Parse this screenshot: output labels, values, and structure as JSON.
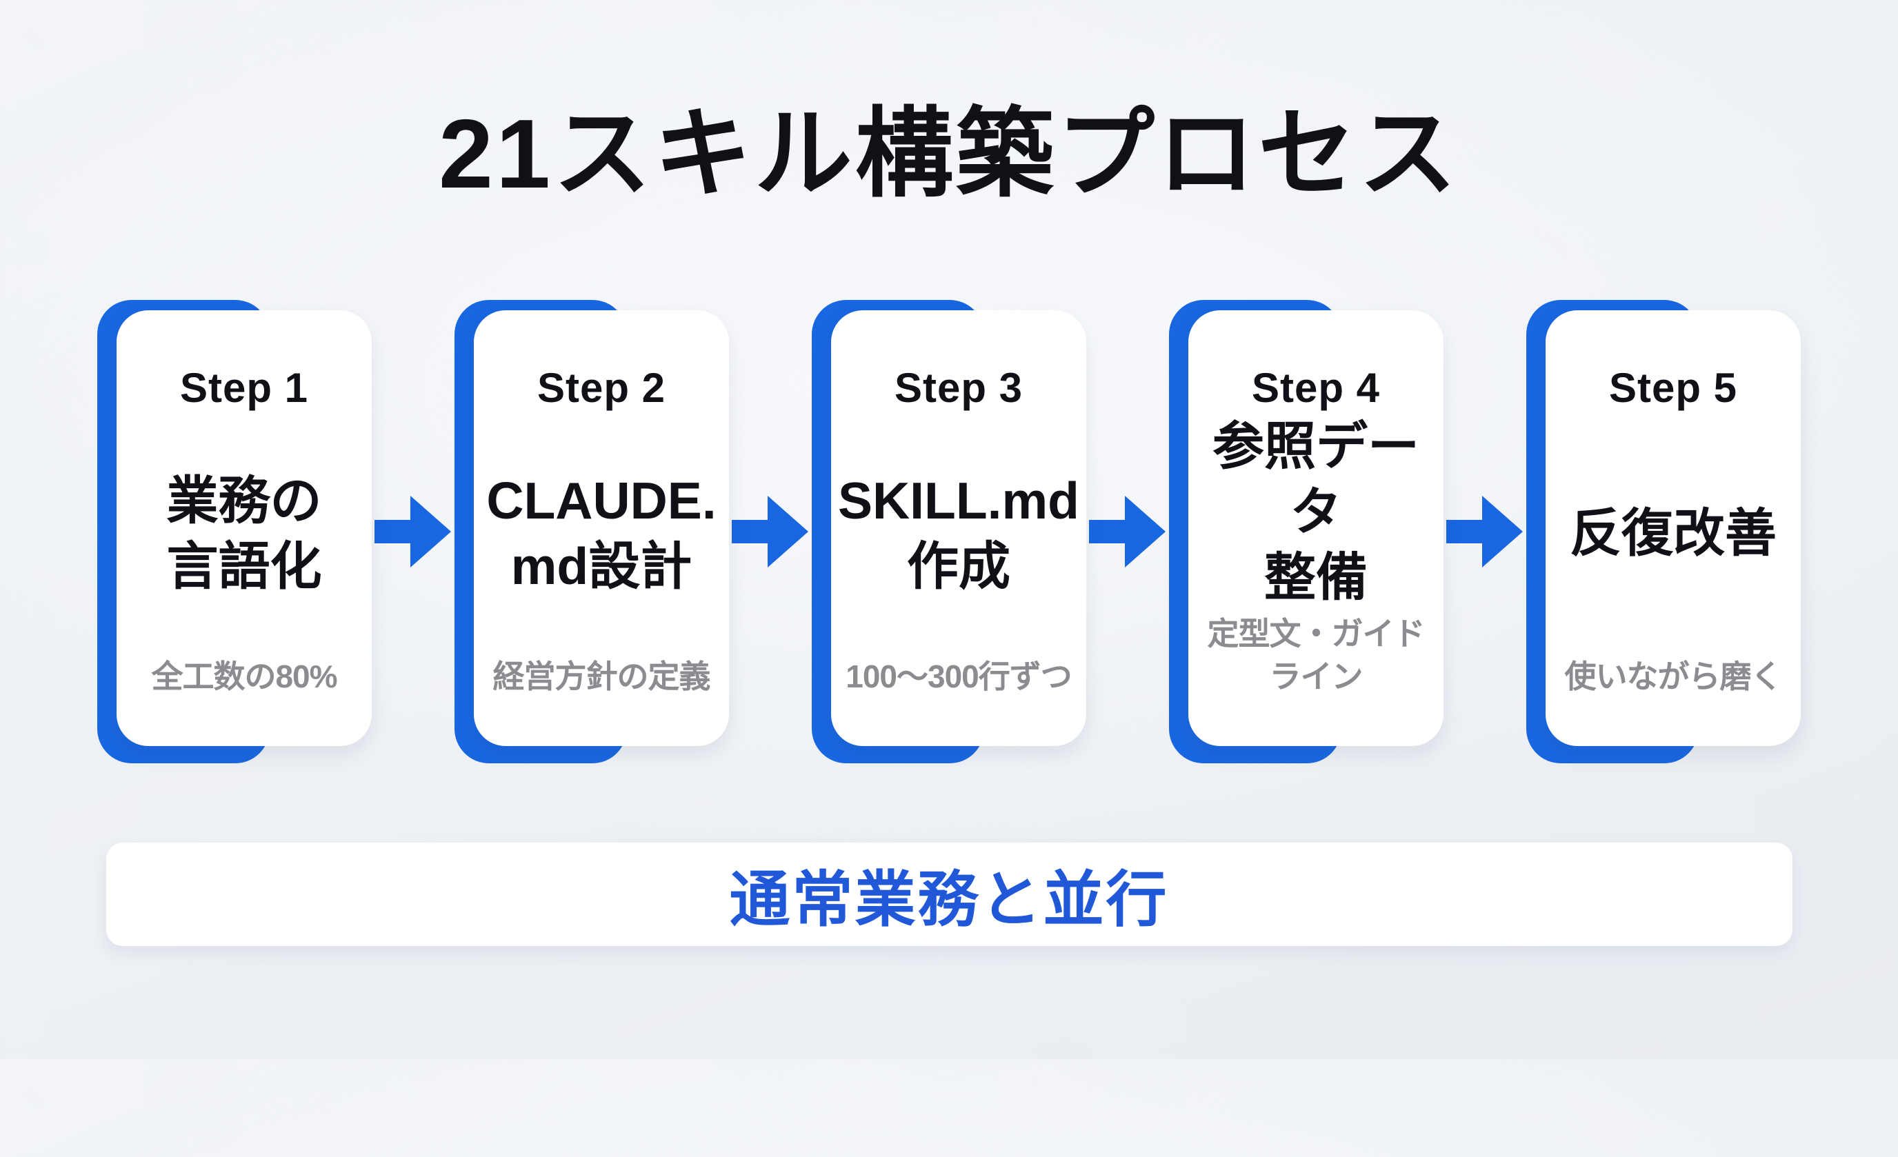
{
  "title": "21スキル構築プロセス",
  "colors": {
    "accent_blue": "#1866E0",
    "footer_text_blue": "#2158D8",
    "card_bg": "#FFFFFF",
    "page_bg": "#EEF1F5",
    "heading_text": "#0F1117",
    "subtitle_text": "#8A8C8F"
  },
  "steps": [
    {
      "label": "Step 1",
      "title": "業務の\n言語化",
      "subtitle": "全工数の80%"
    },
    {
      "label": "Step 2",
      "title": "CLAUDE.\nmd設計",
      "subtitle": "経営方針の定義"
    },
    {
      "label": "Step 3",
      "title": "SKILL.md\n作成",
      "subtitle": "100〜300行ずつ"
    },
    {
      "label": "Step 4",
      "title": "参照データ\n整備",
      "subtitle": "定型文・ガイド\nライン"
    },
    {
      "label": "Step 5",
      "title": "反復改善",
      "subtitle": "使いながら磨く"
    }
  ],
  "footer": {
    "label": "通常業務と並行"
  }
}
